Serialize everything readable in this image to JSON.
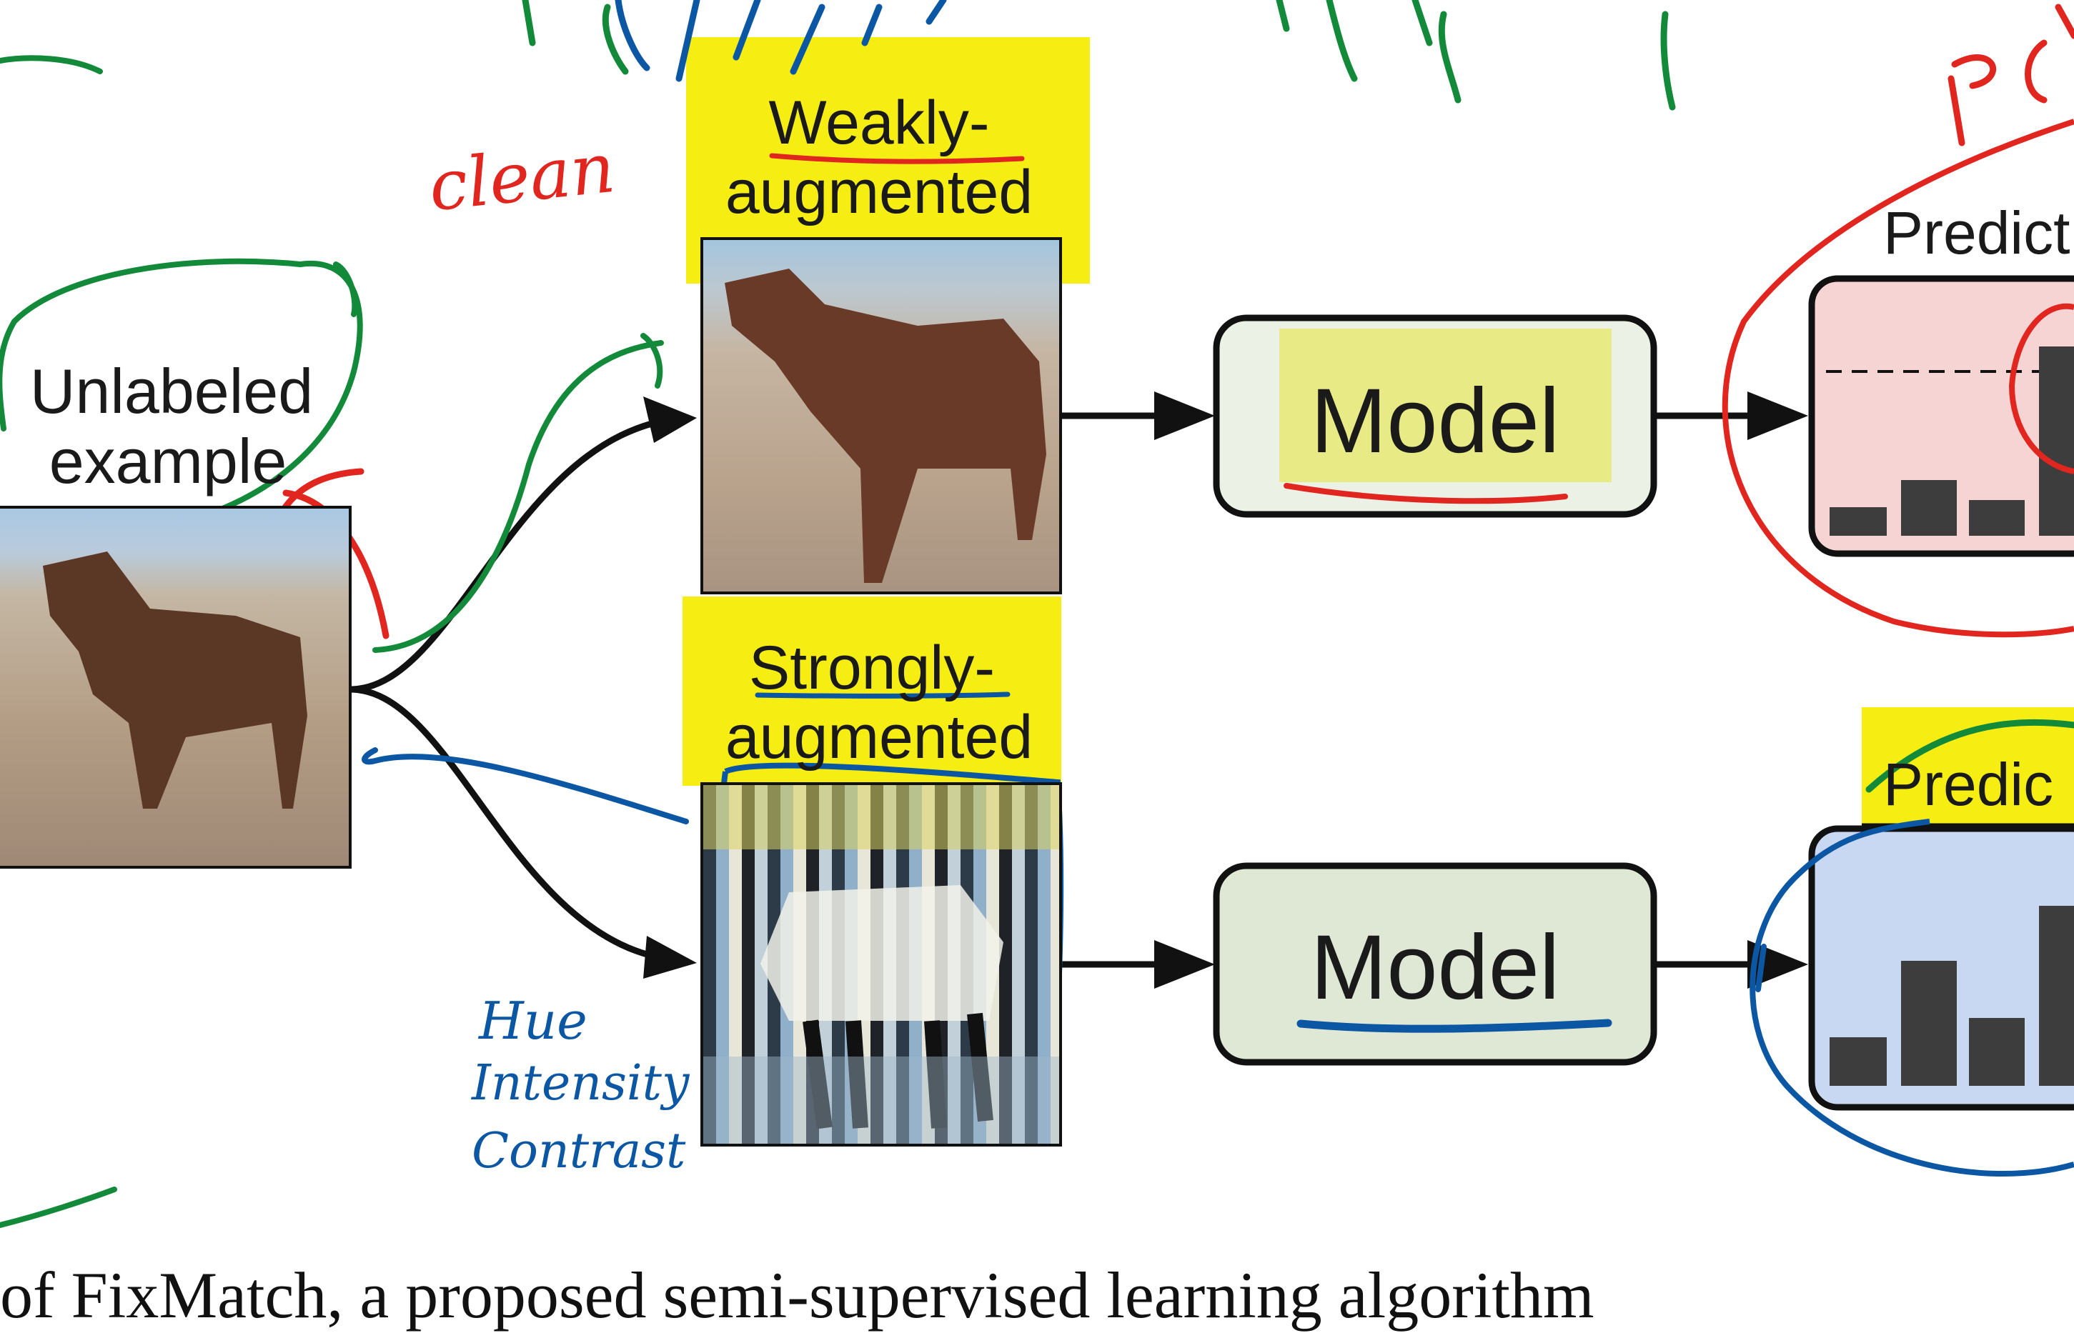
{
  "input": {
    "label_line1": "Unlabeled",
    "label_line2": "example"
  },
  "weak_branch": {
    "label_line1": "Weakly-",
    "label_line2": "augmented",
    "model_label": "Model",
    "prediction_label": "Predict"
  },
  "strong_branch": {
    "label_line1": "Strongly-",
    "label_line2": "augmented",
    "model_label": "Model",
    "prediction_label": "Predic"
  },
  "annotations": {
    "clean_note": "clean",
    "strong_aug_note_line1": "Hue",
    "strong_aug_note_line2": "Intensity",
    "strong_aug_note_line3": "Contrast"
  },
  "caption": {
    "text": "of FixMatch, a proposed semi-supervised learning algorithm"
  },
  "colors": {
    "highlight": "#f6ee12",
    "model_fill": "#dfe8d4",
    "weak_pred_fill": "#f6d4d4",
    "strong_pred_fill": "#c8d8f2",
    "pen_red": "#e0261f",
    "pen_green": "#138a3a",
    "pen_blue": "#0b57a4",
    "bar_fill": "#3d3d3d"
  },
  "icons": [
    "horse-image-original",
    "horse-image-weak",
    "horse-image-strong",
    "bar-histogram-weak",
    "bar-histogram-strong"
  ]
}
